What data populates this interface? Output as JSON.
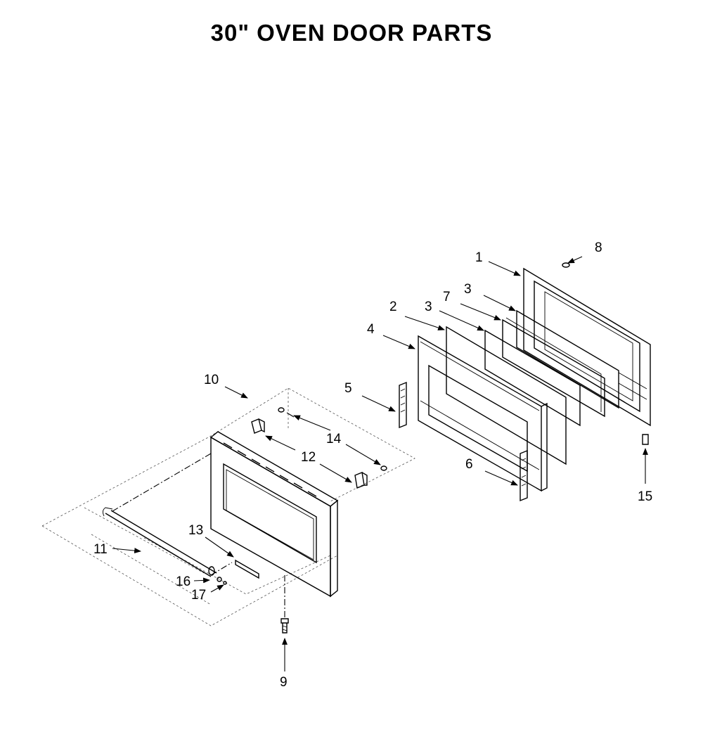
{
  "title": "30\" OVEN DOOR PARTS",
  "colors": {
    "line": "#000000",
    "background": "#ffffff"
  },
  "callouts": [
    {
      "id": "c1",
      "text": "1"
    },
    {
      "id": "c2",
      "text": "2"
    },
    {
      "id": "c3a",
      "text": "3"
    },
    {
      "id": "c3b",
      "text": "3"
    },
    {
      "id": "c4",
      "text": "4"
    },
    {
      "id": "c5",
      "text": "5"
    },
    {
      "id": "c6",
      "text": "6"
    },
    {
      "id": "c7",
      "text": "7"
    },
    {
      "id": "c8",
      "text": "8"
    },
    {
      "id": "c9",
      "text": "9"
    },
    {
      "id": "c10",
      "text": "10"
    },
    {
      "id": "c11",
      "text": "11"
    },
    {
      "id": "c12",
      "text": "12"
    },
    {
      "id": "c13",
      "text": "13"
    },
    {
      "id": "c14",
      "text": "14"
    },
    {
      "id": "c15",
      "text": "15"
    },
    {
      "id": "c16",
      "text": "16"
    },
    {
      "id": "c17",
      "text": "17"
    }
  ]
}
